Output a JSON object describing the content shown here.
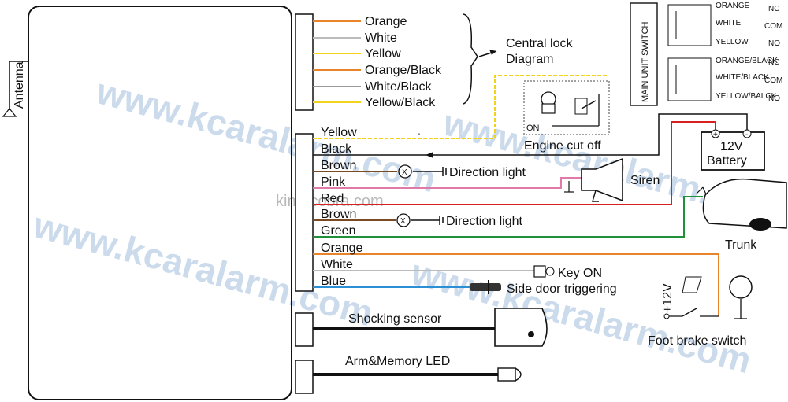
{
  "watermark": {
    "text": "www.kcaralarm.com",
    "brand": "king-cobra.com"
  },
  "antenna_label": "Antenna",
  "central_lock": {
    "wires": [
      "Orange",
      "White",
      "Yellow",
      "Orange/Black",
      "White/Black",
      "Yellow/Black"
    ],
    "title_line1": "Central lock",
    "title_line2": "Diagram"
  },
  "main_wires": [
    "Yellow",
    "Black",
    "Brown",
    "Pink",
    "Red",
    "Brown",
    "Green",
    "Orange",
    "White",
    "Blue"
  ],
  "devices": {
    "direction_light": "Direction light",
    "siren": "Siren",
    "battery_line1": "12V",
    "battery_line2": "Battery",
    "trunk": "Trunk",
    "engine_cut": "Engine cut off",
    "on_label": "ON",
    "key_on": "Key ON",
    "side_door": "Side door triggering",
    "plus12v": "+12V",
    "foot_brake": "Foot brake switch",
    "shock_sensor": "Shocking sensor",
    "led": "Arm&Memory LED"
  },
  "main_unit_switch": {
    "title": "MAIN UNIT SWITCH",
    "top_wires": [
      "ORANGE",
      "WHITE",
      "YELLOW"
    ],
    "bottom_wires": [
      "ORANGE/BLACK",
      "WHITE/BLACK",
      "YELLOW/BALCK"
    ],
    "contacts": [
      "NC",
      "COM",
      "NO",
      "NC",
      "COM",
      "NO"
    ]
  },
  "colors": {
    "orange": "#e8842a",
    "yellow": "#f2d21b",
    "red": "#d82020",
    "green": "#21903a",
    "blue": "#2b8fd6",
    "brown": "#7a4a22",
    "pink": "#e07aa8"
  }
}
